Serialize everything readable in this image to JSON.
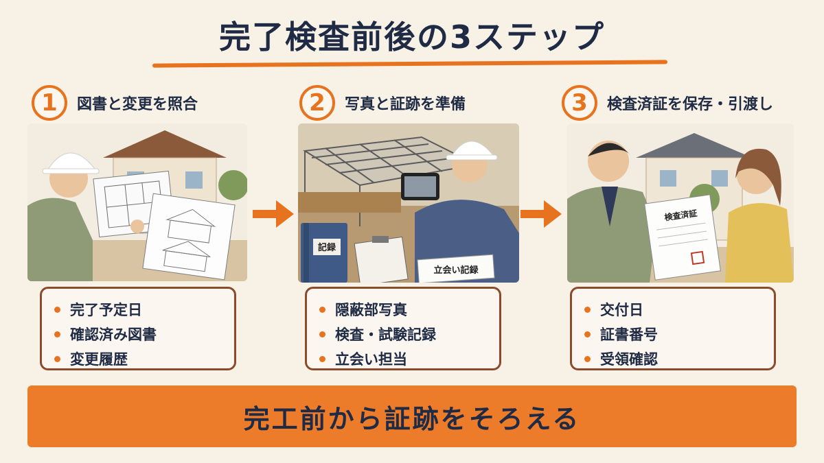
{
  "title": "完了検査前後の3ステップ",
  "steps": [
    {
      "number": "1",
      "label": "図書と変更を照合",
      "items": [
        "完了予定日",
        "確認済み図書",
        "変更履歴"
      ]
    },
    {
      "number": "2",
      "label": "写真と証跡を準備",
      "items": [
        "隠蔽部写真",
        "検査・試験記録",
        "立会い担当"
      ],
      "binder_label": "記録",
      "note_label": "立会い記録"
    },
    {
      "number": "3",
      "label": "検査済証を保存・引渡し",
      "items": [
        "交付日",
        "証書番号",
        "受領確認"
      ],
      "certificate_label": "検査済証"
    }
  ],
  "banner": "完工前から証跡をそろえる",
  "colors": {
    "accent": "#e8731f",
    "navy": "#1f2a44",
    "box_border": "#8a4a2b",
    "background": "#f7f1e6"
  }
}
